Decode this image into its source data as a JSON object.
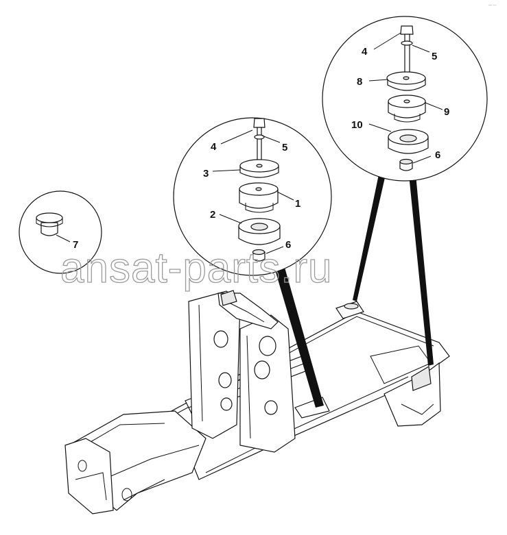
{
  "diagram": {
    "watermark": "ansat-parts.ru",
    "corner_mark": "— ---",
    "callouts": {
      "left_detail": {
        "part_7": "7"
      },
      "center_detail": {
        "part_4": "4",
        "part_5": "5",
        "part_3": "3",
        "part_1": "1",
        "part_2": "2",
        "part_6": "6"
      },
      "right_detail": {
        "part_4": "4",
        "part_5": "5",
        "part_8": "8",
        "part_9": "9",
        "part_10": "10",
        "part_6": "6"
      }
    }
  }
}
